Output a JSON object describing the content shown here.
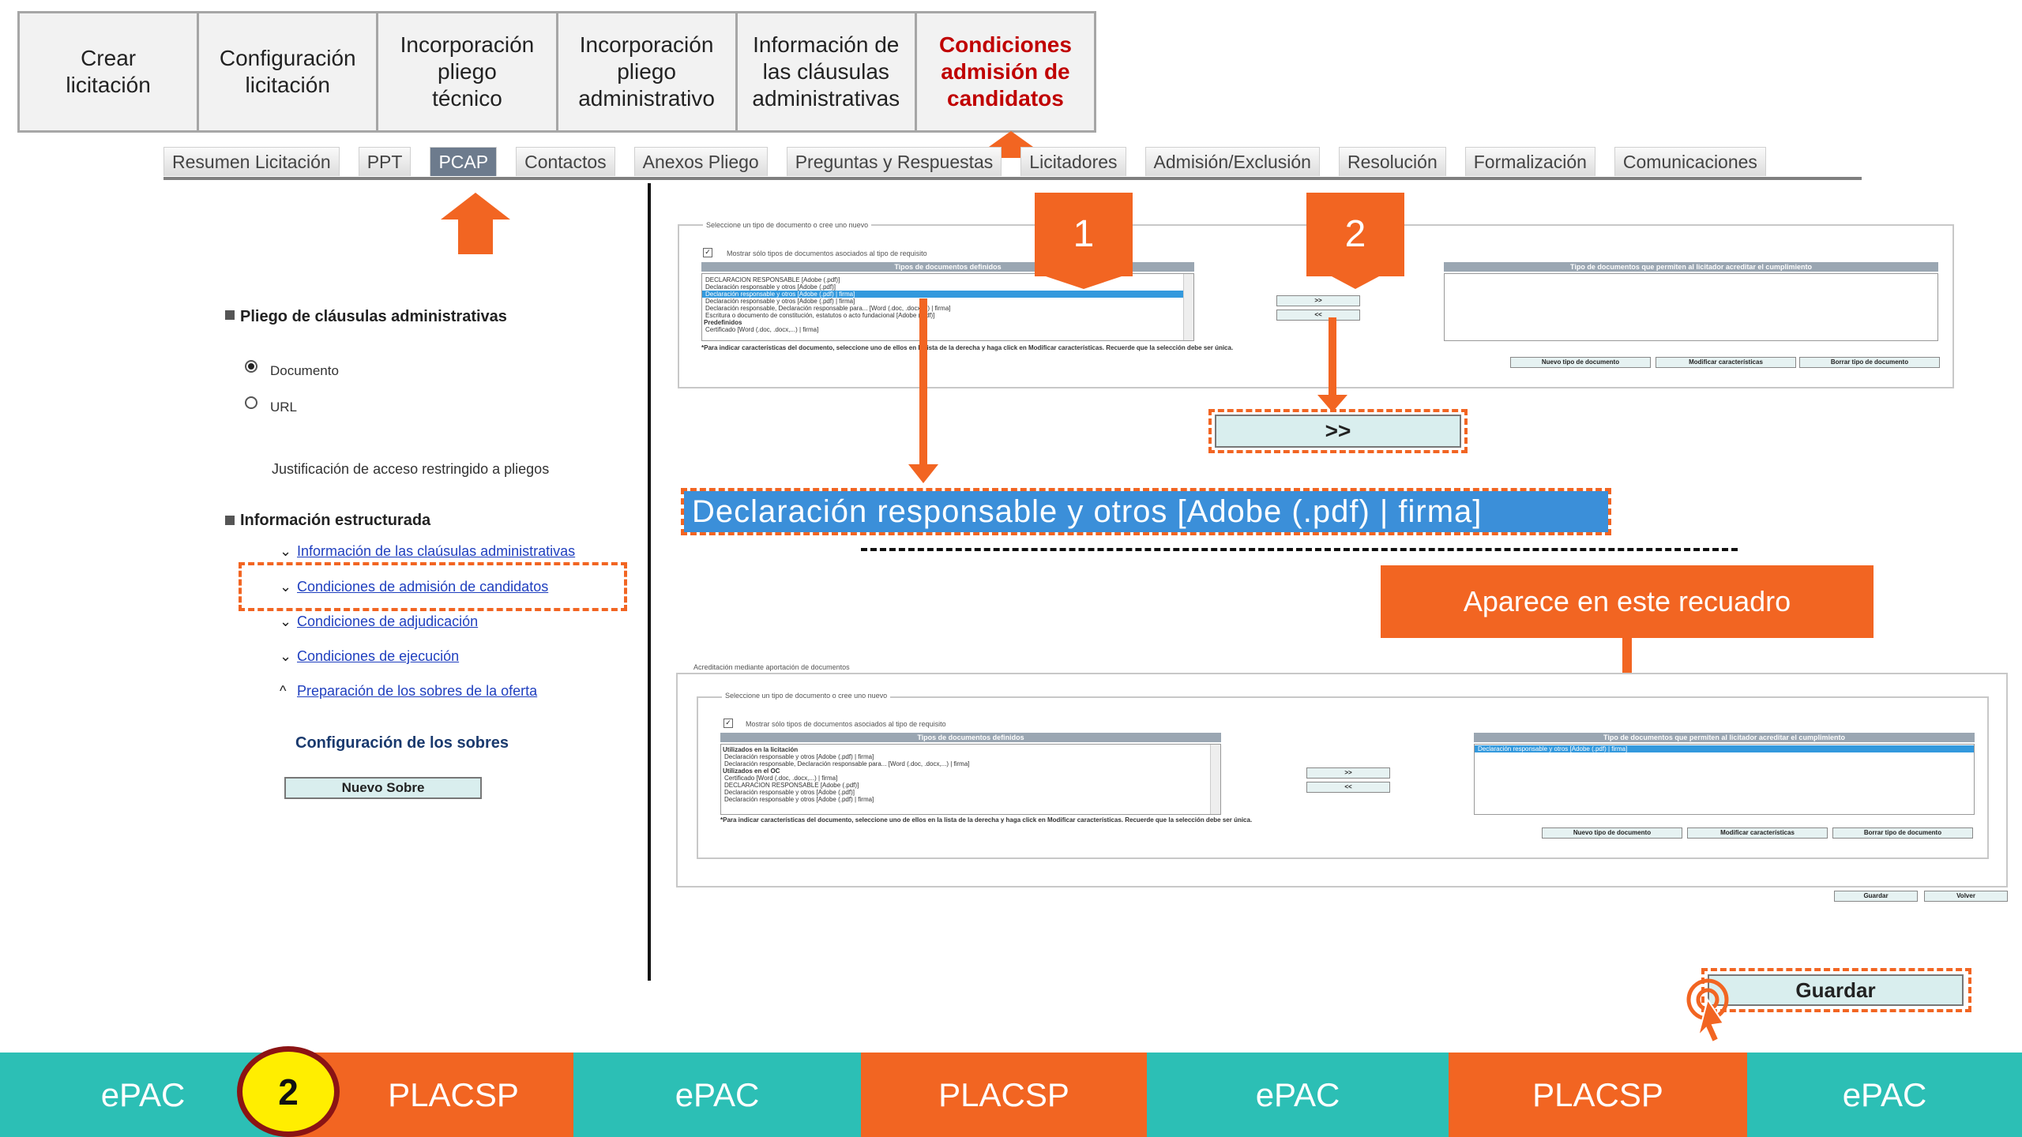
{
  "steps": [
    {
      "label": "Crear\nlicitación"
    },
    {
      "label": "Configuración\nlicitación"
    },
    {
      "label": "Incorporación\npliego\ntécnico"
    },
    {
      "label": "Incorporación\npliego\nadministrativo"
    },
    {
      "label": "Información de\nlas cláusulas\nadministrativas"
    },
    {
      "label": "Condiciones\nadmisión de\ncandidatos"
    }
  ],
  "tabs": [
    "Resumen Licitación",
    "PPT",
    "PCAP",
    "Contactos",
    "Anexos Pliego",
    "Preguntas y Respuestas",
    "Licitadores",
    "Admisión/Exclusión",
    "Resolución",
    "Formalización",
    "Comunicaciones"
  ],
  "left": {
    "pliego_heading": "Pliego de cláusulas administrativas",
    "radio_documento": "Documento",
    "radio_url": "URL",
    "justificacion": "Justificación de acceso restringido a pliegos",
    "info_heading": "Información estructurada",
    "links": [
      "Información de las claúsulas administrativas",
      "Condiciones de admisión de candidatos",
      "Condiciones de adjudicación",
      "Condiciones de ejecución",
      "Preparación de los sobres de la oferta"
    ],
    "sobres_heading": "Configuración de los sobres",
    "nuevo_sobre": "Nuevo Sobre"
  },
  "top_panel": {
    "legend": "Seleccione un tipo de documento o cree uno nuevo",
    "checkbox": "Mostrar sólo tipos de documentos asociados al tipo de requisito",
    "left_header": "Tipos de documentos definidos",
    "right_header": "Tipo de documentos que permiten al licitador acreditar el cumplimiento",
    "items": [
      "DECLARACION RESPONSABLE [Adobe (.pdf)]",
      "Declaración responsable y otros [Adobe (.pdf)]",
      "Declaración responsable y otros [Adobe (.pdf) | firma]",
      "Declaración responsable y otros [Adobe (.pdf) | firma]",
      "Declaración responsable, Declaración responsable para... [Word (.doc, .docx,...) | firma]",
      "Escritura o documento de constitución, estatutos o acto fundacional [Adobe (.pdf)]",
      "Predefinidos",
      "Certificado [Word (.doc, .docx,...) | firma]"
    ],
    "add_btn": ">>",
    "remove_btn": "<<",
    "note": "*Para indicar características del documento, seleccione uno de ellos en la lista de la derecha y haga click en Modificar características. Recuerde que la selección debe ser única.",
    "btn_nuevo": "Nuevo tipo de documento",
    "btn_modificar": "Modificar características",
    "btn_borrar": "Borrar tipo de documento"
  },
  "callout1": "1",
  "callout2": "2",
  "big_add_btn": ">>",
  "big_selection": "Declaración responsable y otros [Adobe (.pdf) | firma]",
  "callout_text": "Aparece en este recuadro",
  "bottom_panel": {
    "outer_legend": "Acreditación mediante aportación de documentos",
    "legend": "Seleccione un tipo de documento o cree uno nuevo",
    "checkbox": "Mostrar sólo tipos de documentos asociados al tipo de requisito",
    "left_header": "Tipos de documentos definidos",
    "right_header": "Tipo de documentos que permiten al licitador acreditar el cumplimiento",
    "items": [
      {
        "text": "Utilizados en la licitación",
        "bold": true
      },
      {
        "text": "Declaración responsable y otros [Adobe (.pdf) | firma]",
        "bold": false
      },
      {
        "text": "Declaración responsable, Declaración responsable para... [Word (.doc, .docx,...) | firma]",
        "bold": false
      },
      {
        "text": "Utilizados en el OC",
        "bold": true
      },
      {
        "text": "Certificado [Word (.doc, .docx,...) | firma]",
        "bold": false
      },
      {
        "text": "DECLARACION RESPONSABLE [Adobe (.pdf)]",
        "bold": false
      },
      {
        "text": "Declaración responsable y otros [Adobe (.pdf)]",
        "bold": false
      },
      {
        "text": "Declaración responsable y otros [Adobe (.pdf) | firma]",
        "bold": false
      }
    ],
    "right_item": "Declaración responsable y otros [Adobe (.pdf) | firma]",
    "add_btn": ">>",
    "remove_btn": "<<",
    "note": "*Para indicar características del documento, seleccione uno de ellos en la lista de la derecha y haga click en Modificar características. Recuerde que la selección debe ser única.",
    "btn_nuevo": "Nuevo tipo de documento",
    "btn_modificar": "Modificar características",
    "btn_borrar": "Borrar tipo de documento",
    "guardar_small": "Guardar",
    "volver_small": "Volver"
  },
  "guardar_big": "Guardar",
  "bottom_bar": [
    {
      "label": "ePAC",
      "kind": "epac"
    },
    {
      "label": "PLACSP",
      "kind": "placsp"
    },
    {
      "label": "ePAC",
      "kind": "epac"
    },
    {
      "label": "PLACSP",
      "kind": "placsp"
    },
    {
      "label": "ePAC",
      "kind": "epac"
    },
    {
      "label": "PLACSP",
      "kind": "placsp"
    },
    {
      "label": "ePAC",
      "kind": "epac"
    }
  ],
  "badge": "2",
  "colors": {
    "accent": "#f26522",
    "teal": "#2cbfb5",
    "active_step": "#c00000",
    "selection": "#3b8fd9"
  }
}
